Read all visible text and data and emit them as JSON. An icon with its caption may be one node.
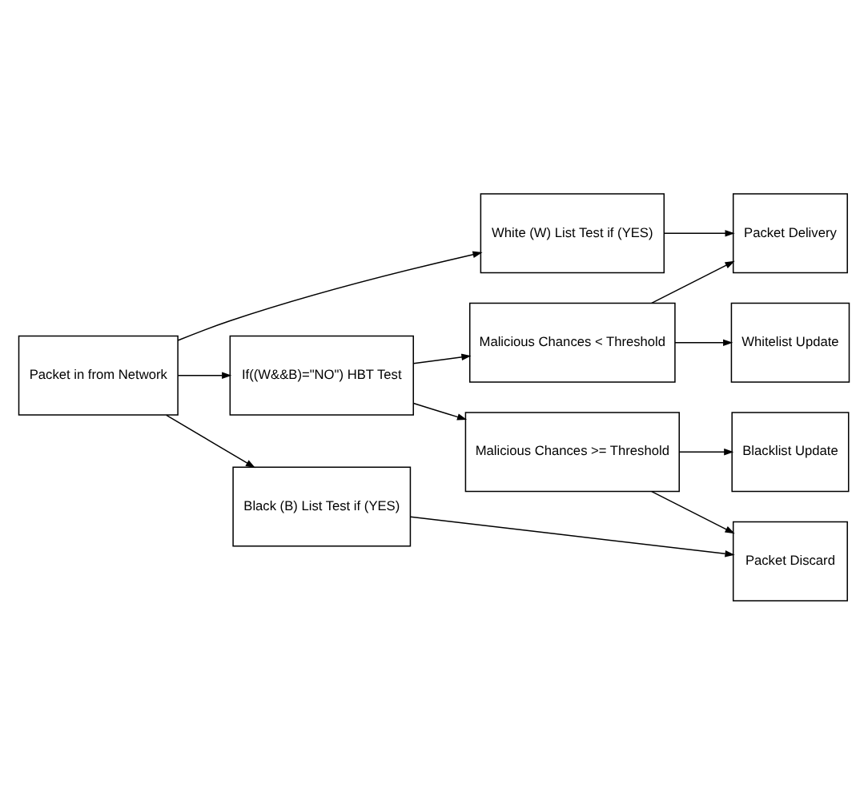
{
  "diagram": {
    "nodes": [
      {
        "text": [
          "Packet in from Network"
        ]
      },
      {
        "text": [
          "White (W) List Test if (YES)"
        ]
      },
      {
        "text": [
          "If((W&&B)=\"NO\") HBT Test"
        ]
      },
      {
        "text": [
          "Black (B) List Test if (YES)"
        ]
      },
      {
        "text": [
          "Malicious Chances < Threshold"
        ]
      },
      {
        "text": [
          "Malicious Chances >= Threshold"
        ]
      },
      {
        "text": [
          "Packet Delivery"
        ]
      },
      {
        "text": [
          "Whitelist Update"
        ]
      },
      {
        "text": [
          "Blacklist Update"
        ]
      },
      {
        "text": [
          "Packet Discard"
        ]
      }
    ],
    "edges": [
      {
        "from": 0,
        "to": 1,
        "arrow": "to"
      },
      {
        "from": 0,
        "to": 2,
        "arrow": "to"
      },
      {
        "from": 0,
        "to": 3,
        "arrow": "to"
      },
      {
        "from": 1,
        "to": 6,
        "arrow": "to"
      },
      {
        "from": 2,
        "to": 4,
        "arrow": "to"
      },
      {
        "from": 2,
        "to": 5,
        "arrow": "to"
      },
      {
        "from": 4,
        "to": 6,
        "arrow": "to"
      },
      {
        "from": 4,
        "to": 7,
        "arrow": "to"
      },
      {
        "from": 5,
        "to": 8,
        "arrow": "to"
      },
      {
        "from": 5,
        "to": 9,
        "arrow": "to"
      },
      {
        "from": 3,
        "to": 9,
        "arrow": "to"
      }
    ]
  }
}
